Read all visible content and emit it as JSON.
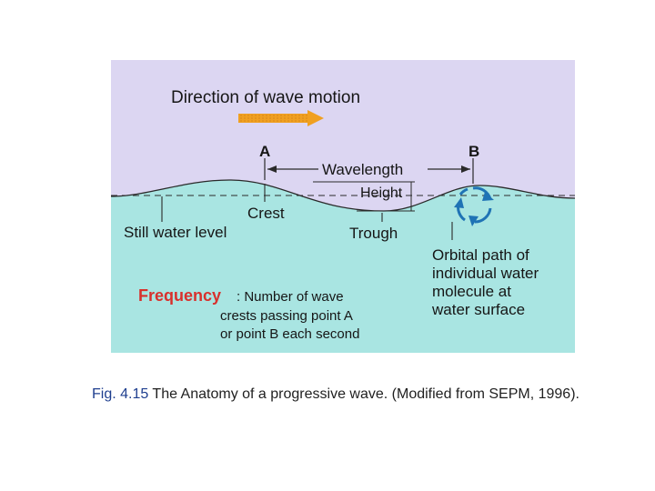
{
  "diagram": {
    "direction_label": "Direction of wave motion",
    "point_a": "A",
    "point_b": "B",
    "wavelength": "Wavelength",
    "height": "Height",
    "crest": "Crest",
    "still_water_level": "Still water level",
    "trough": "Trough",
    "orbital_lines": [
      "Orbital path of",
      "individual water",
      "molecule at",
      "water surface"
    ],
    "frequency_word": "Frequency",
    "frequency_lines": [
      ": Number of wave",
      "crests passing point A",
      "or point B each second"
    ],
    "colors": {
      "sky": "#dcd6f2",
      "water": "#a9e5e2",
      "arrow_orange": "#f0a020",
      "frequency_red": "#d8302c",
      "orbit_blue": "#1f73b5",
      "text": "#161616"
    }
  },
  "caption": {
    "label": "Fig. 4.15",
    "text": " The Anatomy of a progressive wave. (Modified from SEPM, 1996)."
  }
}
